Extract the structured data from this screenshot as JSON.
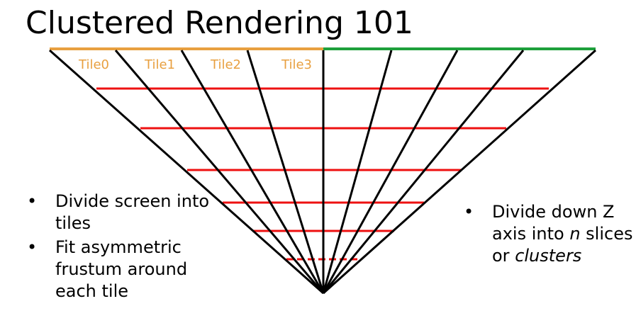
{
  "title": "Clustered Rendering 101",
  "tiles": [
    "Tile0",
    "Tile1",
    "Tile2",
    "Tile3"
  ],
  "colors": {
    "tile_accent": "#E8A040",
    "screen_line_right": "#1EA03C",
    "depth_slice": "#EE1111",
    "frustum_line": "#000000"
  },
  "left_bullets": [
    {
      "text": "Divide screen into tiles"
    },
    {
      "text": "Fit asymmetric frustum around each tile"
    }
  ],
  "right_bullets": [
    {
      "prefix": "Divide down Z axis into ",
      "italic1": "n",
      "middle": " slices or ",
      "italic2": "clusters"
    }
  ]
}
